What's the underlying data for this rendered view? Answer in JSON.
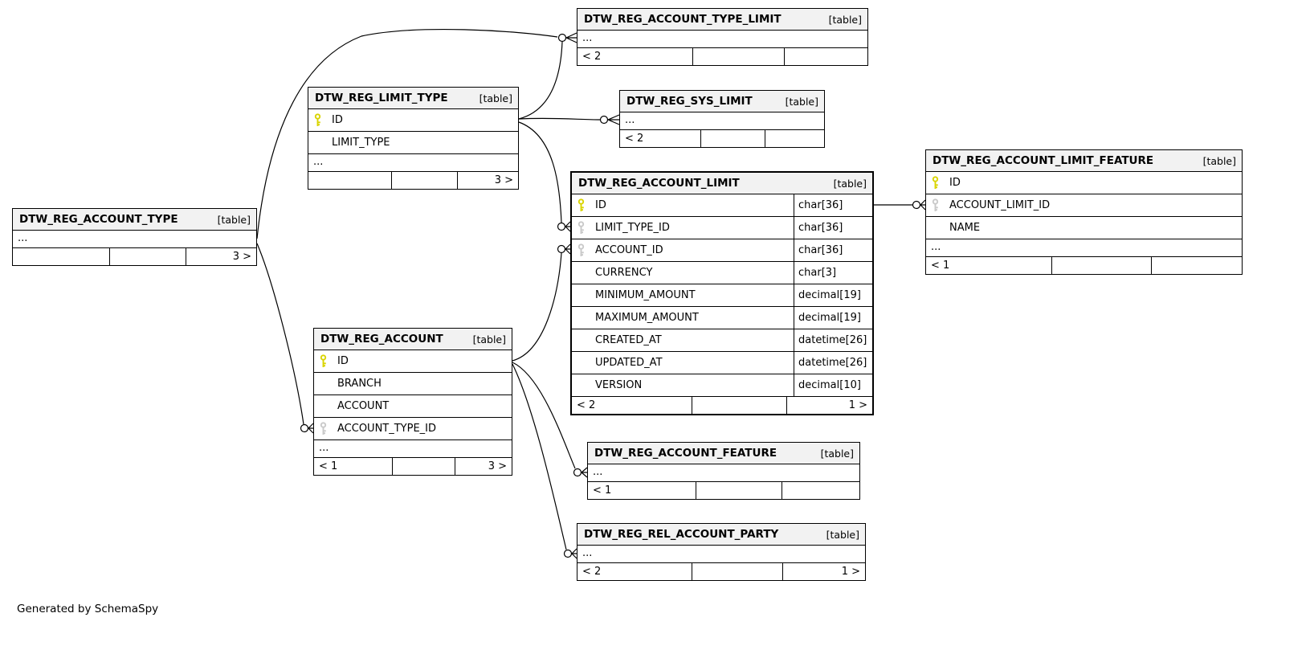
{
  "diagram": {
    "generator_note": "Generated by SchemaSpy",
    "ellipsis_text": "...",
    "colors": {
      "header_bg": "#f2f2f2",
      "primary_key": "#d9d400",
      "foreign_key": "#c9c9c9",
      "border": "#000000"
    },
    "tables": [
      {
        "id": "account_type_limit",
        "name": "DTW_REG_ACCOUNT_TYPE_LIMIT",
        "tag": "[table]",
        "columns": [],
        "ellipsis": true,
        "footer": [
          "< 2",
          "",
          ""
        ]
      },
      {
        "id": "limit_type",
        "name": "DTW_REG_LIMIT_TYPE",
        "tag": "[table]",
        "columns": [
          {
            "key": "pk",
            "name": "ID",
            "type": null
          },
          {
            "key": null,
            "name": "LIMIT_TYPE",
            "type": null
          }
        ],
        "ellipsis": true,
        "footer": [
          "",
          "",
          "3 >"
        ]
      },
      {
        "id": "sys_limit",
        "name": "DTW_REG_SYS_LIMIT",
        "tag": "[table]",
        "columns": [],
        "ellipsis": true,
        "footer": [
          "< 2",
          "",
          ""
        ]
      },
      {
        "id": "account_type",
        "name": "DTW_REG_ACCOUNT_TYPE",
        "tag": "[table]",
        "columns": [],
        "ellipsis": true,
        "footer": [
          "",
          "",
          "3 >"
        ]
      },
      {
        "id": "account_limit",
        "name": "DTW_REG_ACCOUNT_LIMIT",
        "tag": "[table]",
        "emphasized": true,
        "columns": [
          {
            "key": "pk",
            "name": "ID",
            "type": "char[36]"
          },
          {
            "key": "fk",
            "name": "LIMIT_TYPE_ID",
            "type": "char[36]"
          },
          {
            "key": "fk",
            "name": "ACCOUNT_ID",
            "type": "char[36]"
          },
          {
            "key": null,
            "name": "CURRENCY",
            "type": "char[3]"
          },
          {
            "key": null,
            "name": "MINIMUM_AMOUNT",
            "type": "decimal[19]"
          },
          {
            "key": null,
            "name": "MAXIMUM_AMOUNT",
            "type": "decimal[19]"
          },
          {
            "key": null,
            "name": "CREATED_AT",
            "type": "datetime[26]"
          },
          {
            "key": null,
            "name": "UPDATED_AT",
            "type": "datetime[26]"
          },
          {
            "key": null,
            "name": "VERSION",
            "type": "decimal[10]"
          }
        ],
        "ellipsis": false,
        "footer": [
          "< 2",
          "",
          "1 >"
        ]
      },
      {
        "id": "account_limit_feature",
        "name": "DTW_REG_ACCOUNT_LIMIT_FEATURE",
        "tag": "[table]",
        "columns": [
          {
            "key": "pk",
            "name": "ID",
            "type": null
          },
          {
            "key": "fk",
            "name": "ACCOUNT_LIMIT_ID",
            "type": null
          },
          {
            "key": null,
            "name": "NAME",
            "type": null
          }
        ],
        "ellipsis": true,
        "footer": [
          "< 1",
          "",
          ""
        ]
      },
      {
        "id": "account",
        "name": "DTW_REG_ACCOUNT",
        "tag": "[table]",
        "columns": [
          {
            "key": "pk",
            "name": "ID",
            "type": null
          },
          {
            "key": null,
            "name": "BRANCH",
            "type": null
          },
          {
            "key": null,
            "name": "ACCOUNT",
            "type": null
          },
          {
            "key": "fk",
            "name": "ACCOUNT_TYPE_ID",
            "type": null
          }
        ],
        "ellipsis": true,
        "footer": [
          "< 1",
          "",
          "3 >"
        ]
      },
      {
        "id": "account_feature",
        "name": "DTW_REG_ACCOUNT_FEATURE",
        "tag": "[table]",
        "columns": [],
        "ellipsis": true,
        "footer": [
          "< 1",
          "",
          ""
        ]
      },
      {
        "id": "rel_account_party",
        "name": "DTW_REG_REL_ACCOUNT_PARTY",
        "tag": "[table]",
        "columns": [],
        "ellipsis": true,
        "footer": [
          "< 2",
          "",
          "1 >"
        ]
      }
    ]
  }
}
